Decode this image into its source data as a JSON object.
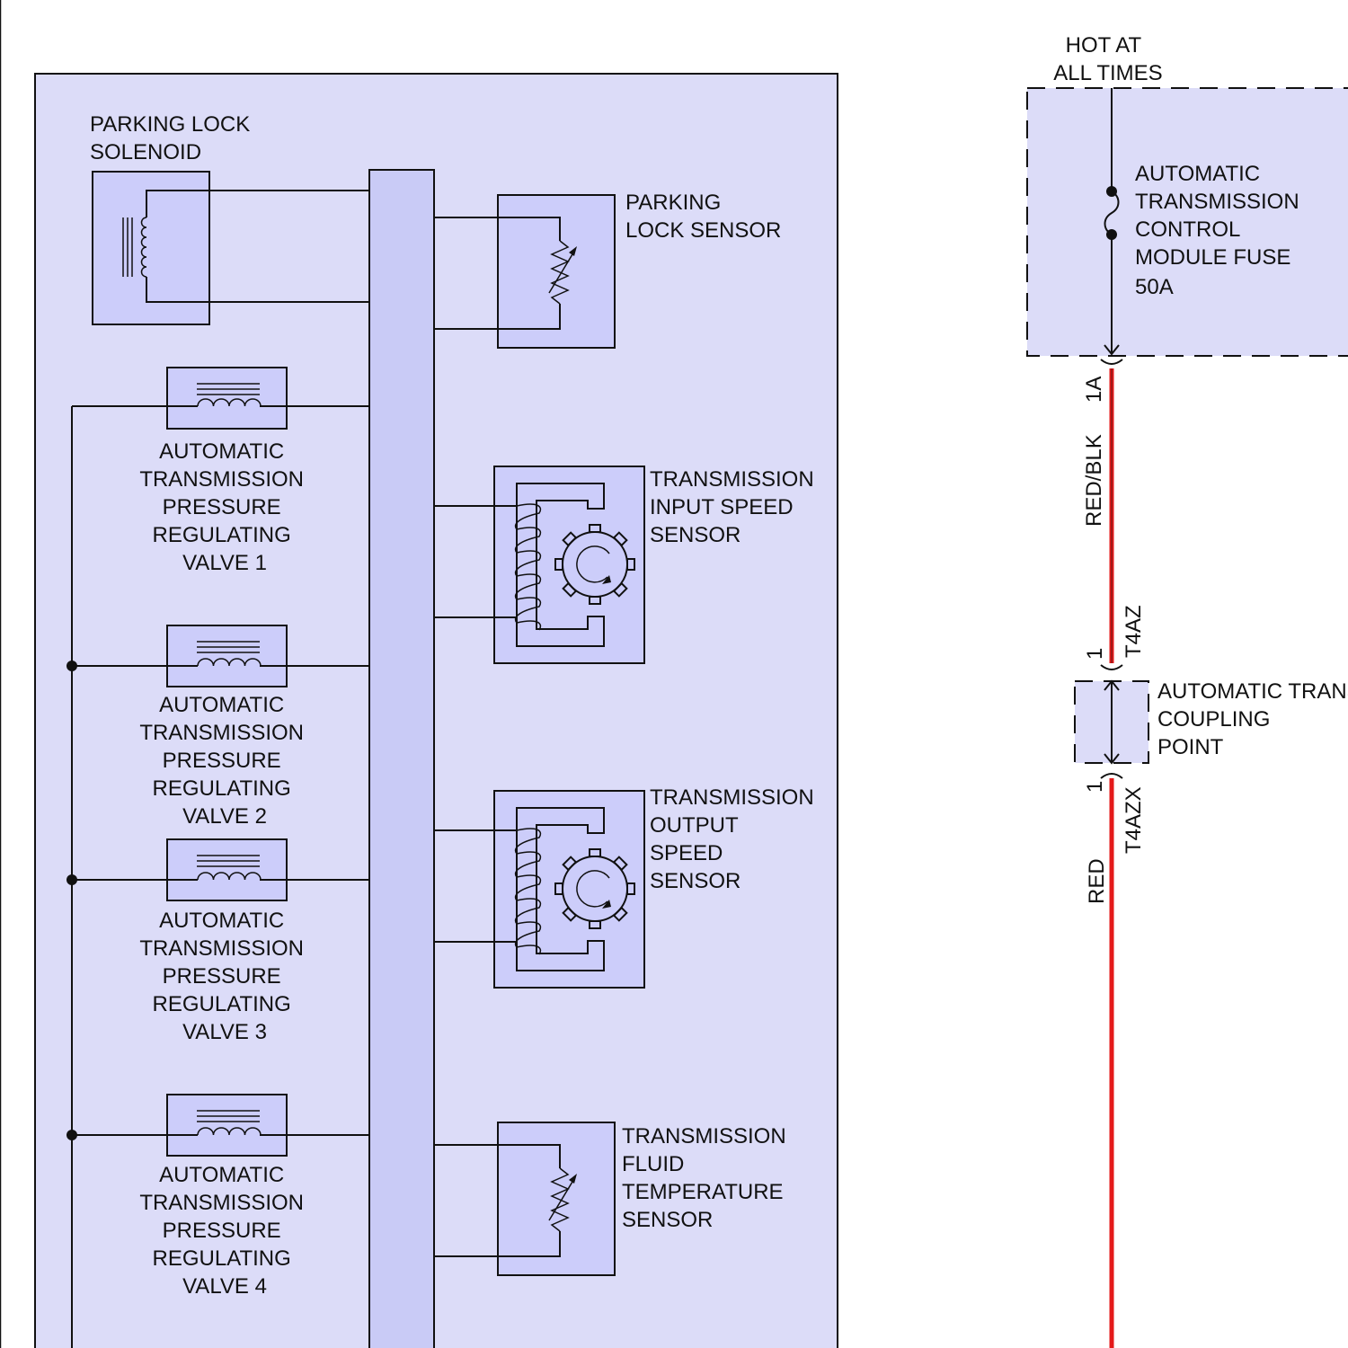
{
  "colors": {
    "module_fill": "#dcdcf8",
    "component_fill": "#cccdfa",
    "bus_fill": "#c9cbf6",
    "wire_red": "#e41a1a",
    "wire_red_dark": "#8b1a1a",
    "line": "#111111"
  },
  "components": {
    "parking_lock_solenoid": [
      "PARKING LOCK",
      "SOLENOID"
    ],
    "parking_lock_sensor": [
      "PARKING",
      "LOCK SENSOR"
    ],
    "valve_1": [
      "AUTOMATIC",
      "TRANSMISSION",
      "PRESSURE",
      "REGULATING",
      "VALVE 1"
    ],
    "valve_2": [
      "AUTOMATIC",
      "TRANSMISSION",
      "PRESSURE",
      "REGULATING",
      "VALVE 2"
    ],
    "valve_3": [
      "AUTOMATIC",
      "TRANSMISSION",
      "PRESSURE",
      "REGULATING",
      "VALVE 3"
    ],
    "valve_4": [
      "AUTOMATIC",
      "TRANSMISSION",
      "PRESSURE",
      "REGULATING",
      "VALVE 4"
    ],
    "input_speed_sensor": [
      "TRANSMISSION",
      "INPUT SPEED",
      "SENSOR"
    ],
    "output_speed_sensor": [
      "TRANSMISSION",
      "OUTPUT",
      "SPEED",
      "SENSOR"
    ],
    "fluid_temp_sensor": [
      "TRANSMISSION",
      "FLUID",
      "TEMPERATURE",
      "SENSOR"
    ],
    "fuse_box": [
      "AUTOMATIC",
      "TRANSMISSION",
      "CONTROL",
      "MODULE FUSE",
      "50A"
    ],
    "coupling_point": [
      "AUTOMATIC TRANSMISSION",
      "COUPLING",
      "POINT"
    ]
  },
  "power": {
    "hot_at_all_times": [
      "HOT AT",
      "ALL TIMES"
    ]
  },
  "wires": {
    "upper_pin": "1A",
    "upper_color": "RED/BLK",
    "upper_circuit": "T4AZ",
    "mid_pin_top": "1",
    "mid_pin_bottom": "1",
    "lower_circuit": "T4AZX",
    "lower_color": "RED"
  }
}
